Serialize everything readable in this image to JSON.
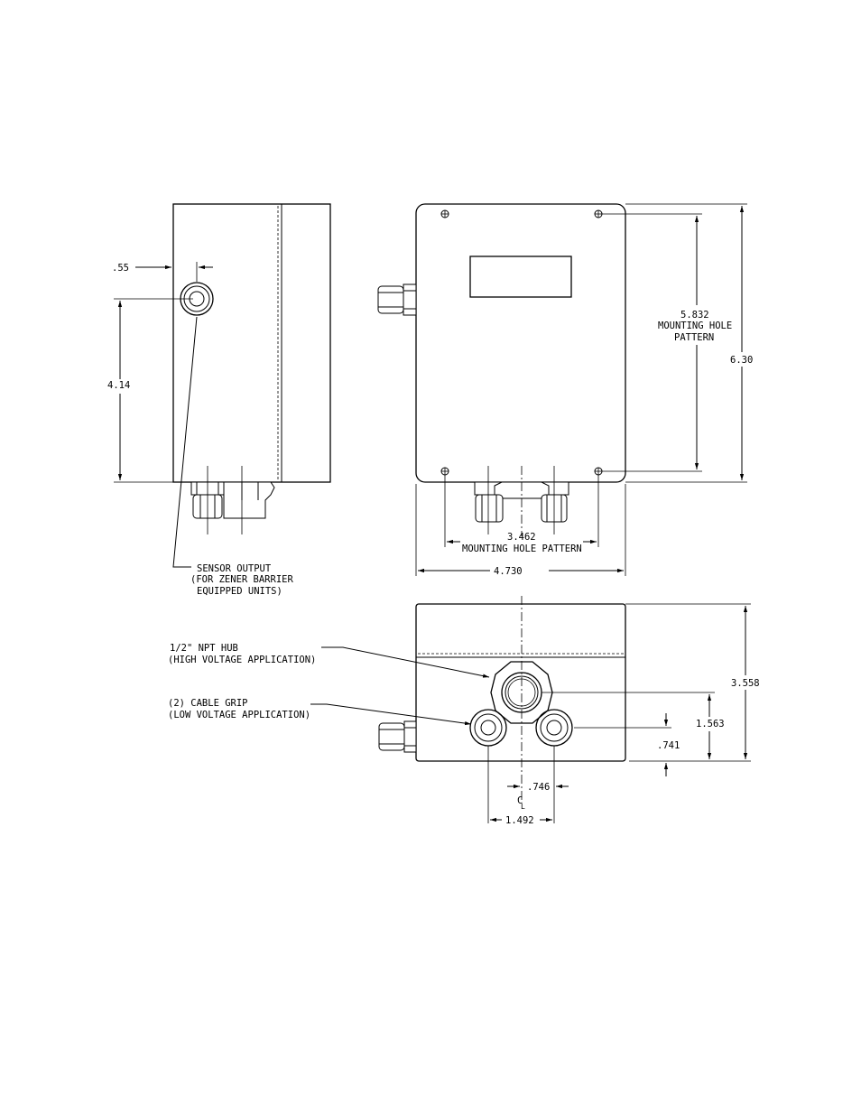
{
  "side_view": {
    "dim_offset": ".55",
    "dim_height": "4.14",
    "callout_line1": "SENSOR OUTPUT",
    "callout_line2": "(FOR ZENER BARRIER",
    "callout_line3": "EQUIPPED UNITS)"
  },
  "front_view": {
    "dim_vertical_value": "5.832",
    "dim_vertical_line1": "MOUNTING HOLE",
    "dim_vertical_line2": "PATTERN",
    "dim_total_height": "6.30",
    "dim_horizontal_value": "3.462",
    "dim_horizontal_label": "MOUNTING HOLE PATTERN",
    "dim_total_width": "4.730"
  },
  "bottom_view": {
    "hub_line1": "1/2\" NPT HUB",
    "hub_line2": "(HIGH  VOLTAGE APPLICATION)",
    "grip_line1": "(2) CABLE GRIP",
    "grip_line2": "(LOW VOLTAGE APPLICATION)",
    "dim_total_height": "3.558",
    "dim_hub_height": "1.563",
    "dim_grip_height": ".741",
    "dim_half_spacing": ".746",
    "centerline_symbol": "C",
    "centerline_sub": "L",
    "dim_grip_spacing": "1.492"
  }
}
